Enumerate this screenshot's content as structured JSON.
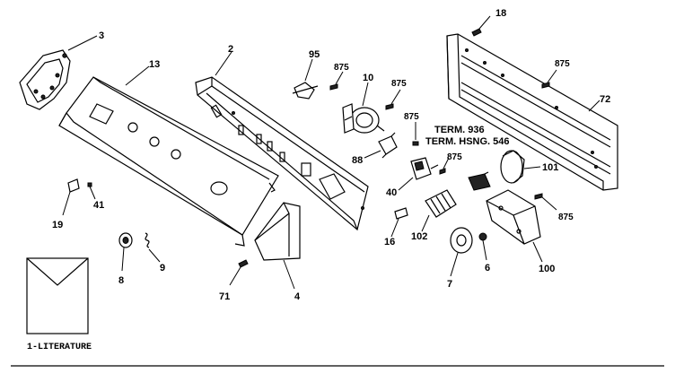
{
  "callouts": {
    "p3": "3",
    "p13": "13",
    "p2": "2",
    "p95": "95",
    "p875a": "875",
    "p10": "10",
    "p875b": "875",
    "p875c": "875",
    "p88": "88",
    "p18": "18",
    "p875d": "875",
    "p72": "72",
    "p101": "101",
    "p875e": "875",
    "p40": "40",
    "p875f": "875",
    "p100": "100",
    "p102": "102",
    "p16": "16",
    "p6": "6",
    "p7": "7",
    "p4": "4",
    "p71": "71",
    "p19": "19",
    "p41": "41",
    "p8": "8",
    "p9": "9"
  },
  "term_labels": {
    "term_936": "TERM. 936",
    "term_hsng": "TERM. HSNG. 546"
  },
  "literature": {
    "label": "1-LITERATURE"
  }
}
